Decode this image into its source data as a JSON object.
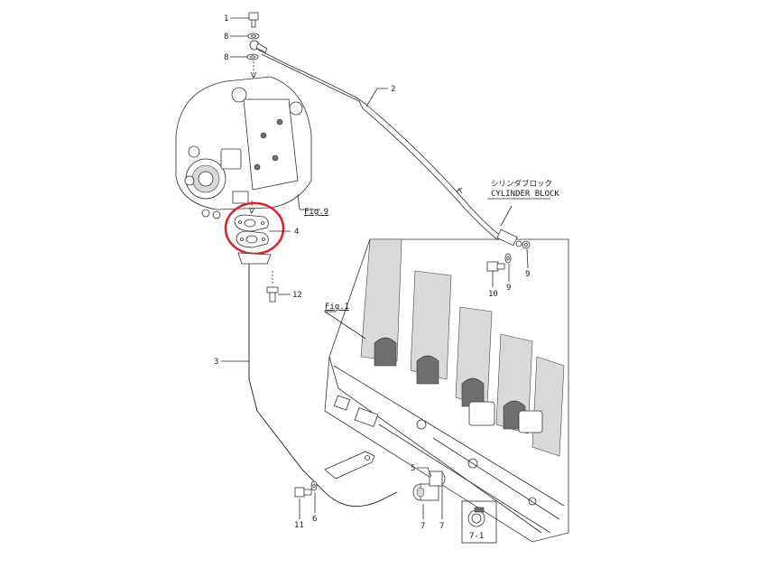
{
  "labels": {
    "l1": "1",
    "l8a": "8",
    "l8b": "8",
    "l2": "2",
    "l4": "4",
    "l12": "12",
    "l3": "3",
    "l5": "5",
    "l7a": "7",
    "l7b": "7",
    "l6": "6",
    "l11": "11",
    "l10": "10",
    "l9a": "9",
    "l9b": "9",
    "l7_1": "7-1"
  },
  "refs": {
    "fig9": "Fig.9",
    "fig1": "Fig.1"
  },
  "cylinder_block": {
    "jp": "シリンダブロック",
    "en": "CYLINDER BLOCK"
  },
  "highlight": {
    "color": "#d9262c"
  }
}
